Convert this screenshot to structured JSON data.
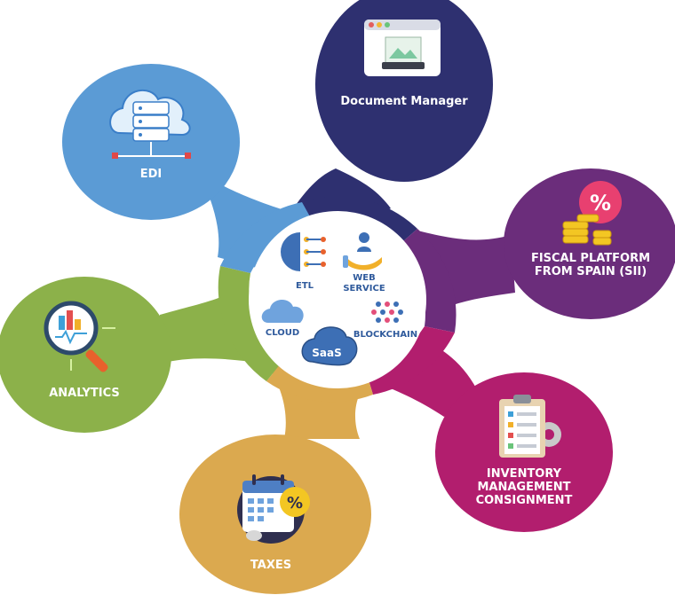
{
  "nodes": {
    "document_manager": "Document Manager",
    "edi": "EDI",
    "fiscal_line1": "FISCAL PLATFORM",
    "fiscal_line2": "FROM SPAIN (SII)",
    "analytics": "ANALYTICS",
    "inventory_line1": "INVENTORY",
    "inventory_line2": "MANAGEMENT",
    "inventory_line3": "CONSIGNMENT",
    "taxes": "TAXES"
  },
  "center": {
    "etl": "ETL",
    "web_line1": "WEB",
    "web_line2": "SERVICE",
    "cloud": "CLOUD",
    "saas": "SaaS",
    "blockchain": "BLOCKCHAIN"
  },
  "icons": {
    "document_manager": "browser-document-icon",
    "edi": "cloud-server-icon",
    "fiscal": "percent-coins-icon",
    "analytics": "magnifier-chart-icon",
    "inventory": "clipboard-gear-icon",
    "taxes": "calendar-percent-icon"
  },
  "colors": {
    "document_manager": "#2e3070",
    "edi": "#5b9bd5",
    "fiscal": "#6b2d7b",
    "analytics": "#8cb14a",
    "inventory": "#b21e6e",
    "taxes": "#dba94f",
    "center": "#ffffff"
  }
}
